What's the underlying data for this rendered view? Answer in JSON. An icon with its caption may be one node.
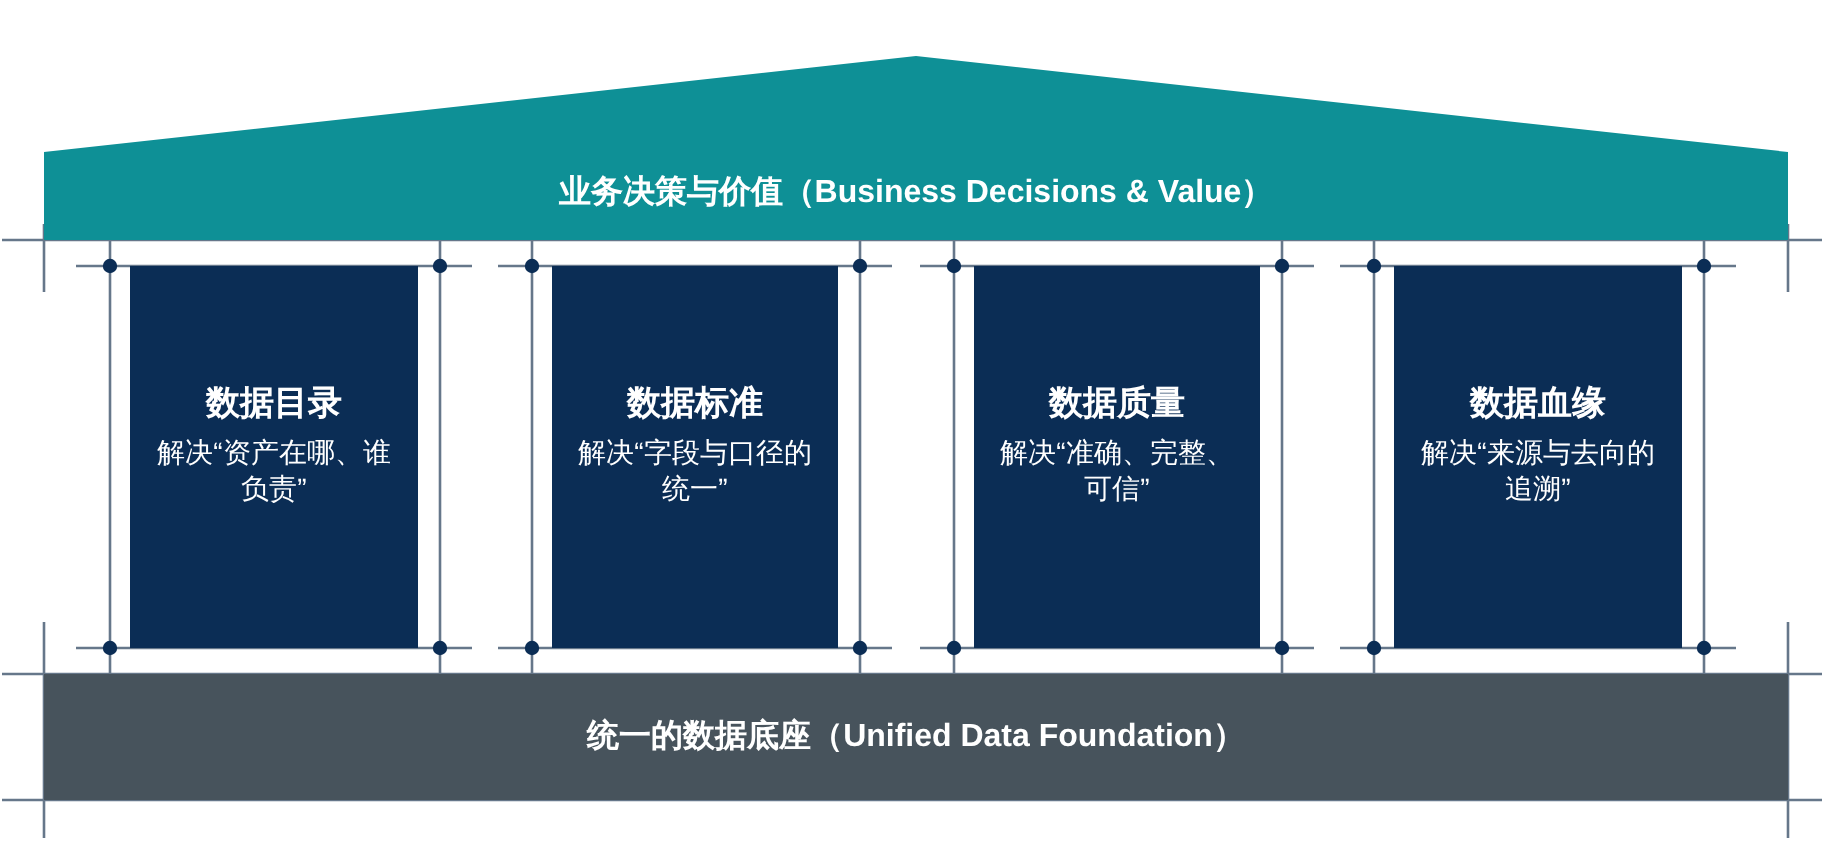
{
  "diagram": {
    "nodes": [
      {
        "text": [
          "业务决策与价值（Business Decisions & Value）"
        ]
      },
      {
        "text": [
          "数据目录",
          "解决“资产在哪、谁负责”"
        ]
      },
      {
        "text": [
          "数据标准",
          "解决“字段与口径的统一”"
        ]
      },
      {
        "text": [
          "数据质量",
          "解决“准确、完整、可信”"
        ]
      },
      {
        "text": [
          "数据血缘",
          "解决“来源与去向的追溯”"
        ]
      },
      {
        "text": [
          "统一的数据底座（Unified Data Foundation）"
        ]
      }
    ]
  }
}
